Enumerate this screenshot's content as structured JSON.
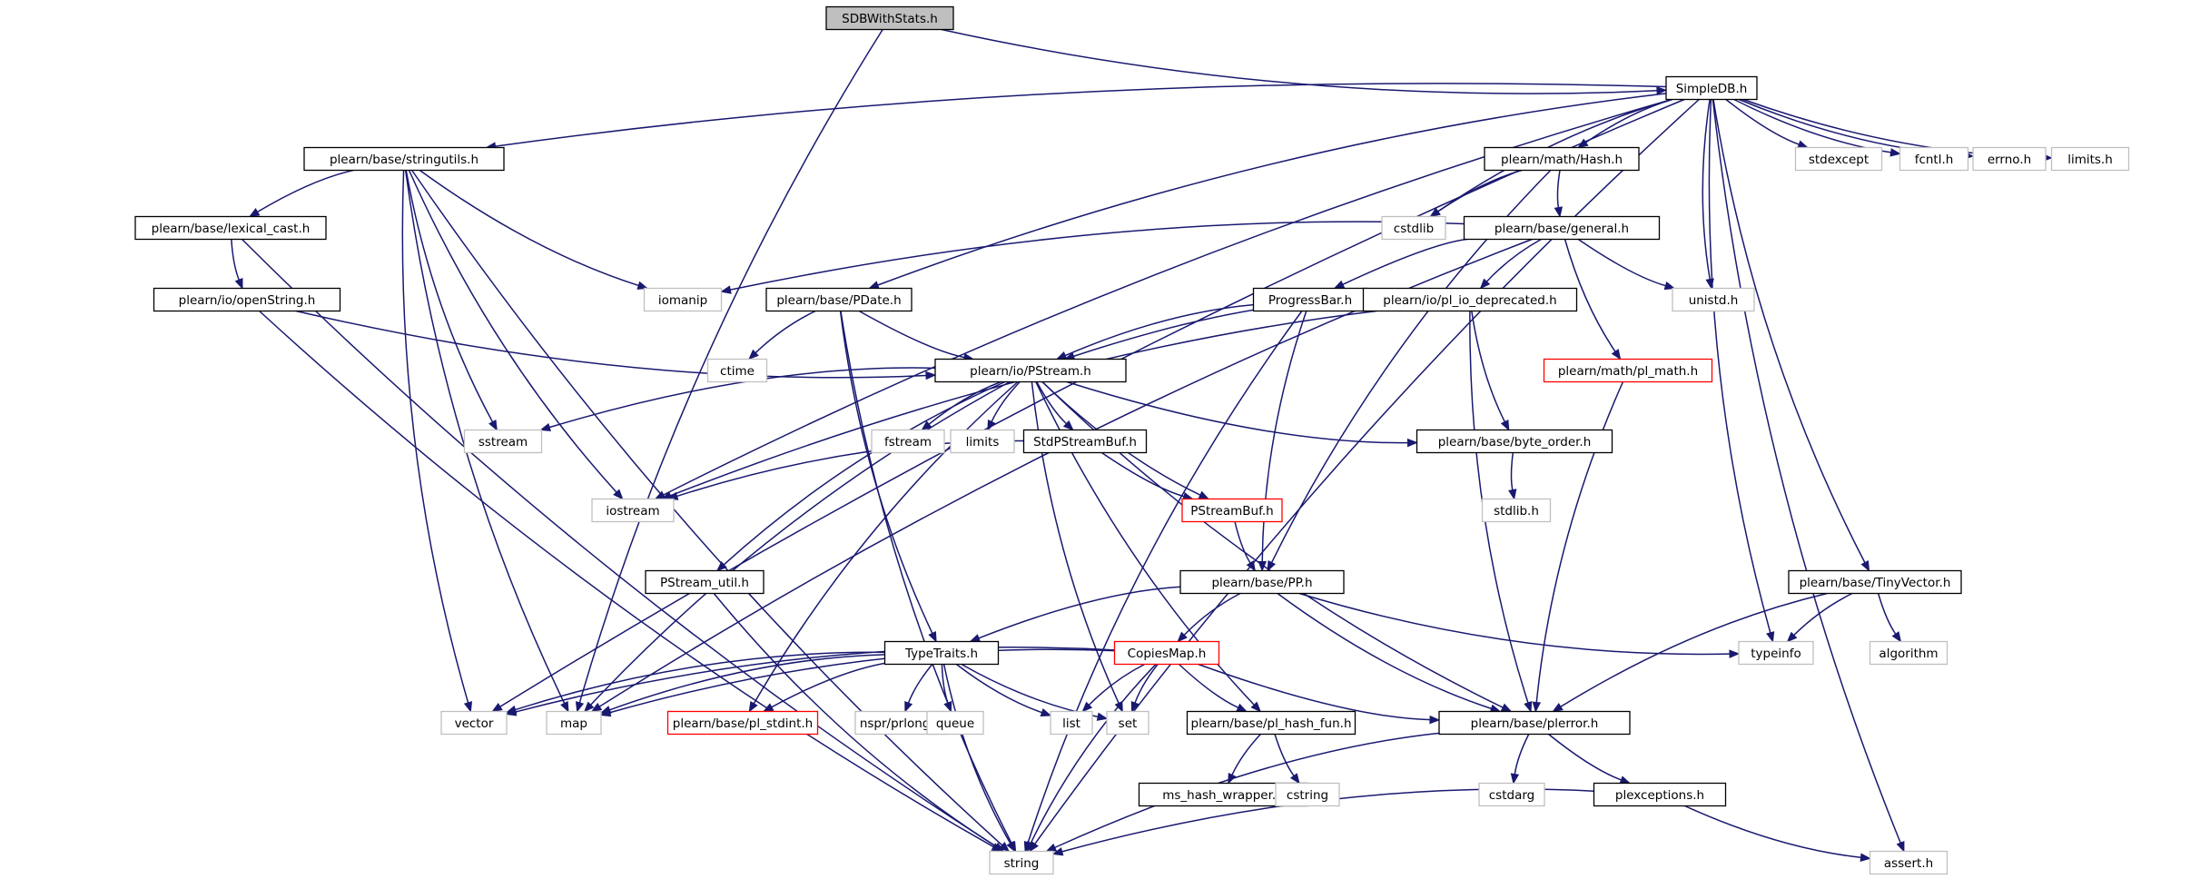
{
  "colors": {
    "edge": "#191970",
    "root_fill": "#bfbfbf",
    "normal_border": "#000000",
    "external_border": "#bfbfbf",
    "truncated_border": "#ff0000",
    "text": "#000000"
  },
  "nodes": [
    {
      "id": "sdbwithstats",
      "label": "SDBWithStats.h",
      "kind": "root"
    },
    {
      "id": "simpledb",
      "label": "SimpleDB.h",
      "kind": "normal"
    },
    {
      "id": "stringutils",
      "label": "plearn/base/stringutils.h",
      "kind": "normal"
    },
    {
      "id": "hash",
      "label": "plearn/math/Hash.h",
      "kind": "normal"
    },
    {
      "id": "stdexcept",
      "label": "stdexcept",
      "kind": "external"
    },
    {
      "id": "fcntl",
      "label": "fcntl.h",
      "kind": "external"
    },
    {
      "id": "errno",
      "label": "errno.h",
      "kind": "external"
    },
    {
      "id": "limits_h",
      "label": "limits.h",
      "kind": "external"
    },
    {
      "id": "lexical_cast",
      "label": "plearn/base/lexical_cast.h",
      "kind": "normal"
    },
    {
      "id": "cstdlib",
      "label": "cstdlib",
      "kind": "external"
    },
    {
      "id": "general",
      "label": "plearn/base/general.h",
      "kind": "normal"
    },
    {
      "id": "openstring",
      "label": "plearn/io/openString.h",
      "kind": "normal"
    },
    {
      "id": "iomanip",
      "label": "iomanip",
      "kind": "external"
    },
    {
      "id": "pdate",
      "label": "plearn/base/PDate.h",
      "kind": "normal"
    },
    {
      "id": "progressbar",
      "label": "ProgressBar.h",
      "kind": "normal"
    },
    {
      "id": "pl_io_deprecated",
      "label": "plearn/io/pl_io_deprecated.h",
      "kind": "normal"
    },
    {
      "id": "unistd",
      "label": "unistd.h",
      "kind": "external"
    },
    {
      "id": "ctime",
      "label": "ctime",
      "kind": "external"
    },
    {
      "id": "pstream",
      "label": "plearn/io/PStream.h",
      "kind": "normal"
    },
    {
      "id": "pl_math",
      "label": "plearn/math/pl_math.h",
      "kind": "truncated"
    },
    {
      "id": "sstream",
      "label": "sstream",
      "kind": "external"
    },
    {
      "id": "fstream",
      "label": "fstream",
      "kind": "external"
    },
    {
      "id": "limits",
      "label": "limits",
      "kind": "external"
    },
    {
      "id": "stdpstreambuf",
      "label": "StdPStreamBuf.h",
      "kind": "normal"
    },
    {
      "id": "byte_order",
      "label": "plearn/base/byte_order.h",
      "kind": "normal"
    },
    {
      "id": "iostream",
      "label": "iostream",
      "kind": "external"
    },
    {
      "id": "pstreambuf",
      "label": "PStreamBuf.h",
      "kind": "truncated"
    },
    {
      "id": "stdlib_h",
      "label": "stdlib.h",
      "kind": "external"
    },
    {
      "id": "pstream_util",
      "label": "PStream_util.h",
      "kind": "normal"
    },
    {
      "id": "pp",
      "label": "plearn/base/PP.h",
      "kind": "normal"
    },
    {
      "id": "tinyvector",
      "label": "plearn/base/TinyVector.h",
      "kind": "normal"
    },
    {
      "id": "typetraits",
      "label": "TypeTraits.h",
      "kind": "normal"
    },
    {
      "id": "copiesmap",
      "label": "CopiesMap.h",
      "kind": "truncated"
    },
    {
      "id": "typeinfo",
      "label": "typeinfo",
      "kind": "external"
    },
    {
      "id": "algorithm",
      "label": "algorithm",
      "kind": "external"
    },
    {
      "id": "vector",
      "label": "vector",
      "kind": "external"
    },
    {
      "id": "map",
      "label": "map",
      "kind": "external"
    },
    {
      "id": "pl_stdint",
      "label": "plearn/base/pl_stdint.h",
      "kind": "truncated"
    },
    {
      "id": "prlong",
      "label": "nspr/prlong.h",
      "kind": "external"
    },
    {
      "id": "queue",
      "label": "queue",
      "kind": "external"
    },
    {
      "id": "list",
      "label": "list",
      "kind": "external"
    },
    {
      "id": "set",
      "label": "set",
      "kind": "external"
    },
    {
      "id": "pl_hash_fun",
      "label": "plearn/base/pl_hash_fun.h",
      "kind": "normal"
    },
    {
      "id": "plerror",
      "label": "plearn/base/plerror.h",
      "kind": "normal"
    },
    {
      "id": "ms_hash_wrapper",
      "label": "ms_hash_wrapper.h",
      "kind": "normal"
    },
    {
      "id": "cstring",
      "label": "cstring",
      "kind": "external"
    },
    {
      "id": "cstdarg",
      "label": "cstdarg",
      "kind": "external"
    },
    {
      "id": "plexceptions",
      "label": "plexceptions.h",
      "kind": "normal"
    },
    {
      "id": "string",
      "label": "string",
      "kind": "external"
    },
    {
      "id": "assert",
      "label": "assert.h",
      "kind": "external"
    }
  ],
  "edges": [
    [
      "sdbwithstats",
      "simpledb"
    ],
    [
      "sdbwithstats",
      "map"
    ],
    [
      "simpledb",
      "stringutils"
    ],
    [
      "simpledb",
      "hash"
    ],
    [
      "simpledb",
      "stdexcept"
    ],
    [
      "simpledb",
      "fcntl"
    ],
    [
      "simpledb",
      "errno"
    ],
    [
      "simpledb",
      "limits_h"
    ],
    [
      "simpledb",
      "cstdlib"
    ],
    [
      "simpledb",
      "unistd"
    ],
    [
      "simpledb",
      "pdate"
    ],
    [
      "simpledb",
      "iostream"
    ],
    [
      "simpledb",
      "vector"
    ],
    [
      "simpledb",
      "tinyvector"
    ],
    [
      "simpledb",
      "typeinfo"
    ],
    [
      "simpledb",
      "string"
    ],
    [
      "simpledb",
      "assert"
    ],
    [
      "stringutils",
      "lexical_cast"
    ],
    [
      "stringutils",
      "iomanip"
    ],
    [
      "stringutils",
      "sstream"
    ],
    [
      "stringutils",
      "iostream"
    ],
    [
      "stringutils",
      "vector"
    ],
    [
      "stringutils",
      "map"
    ],
    [
      "stringutils",
      "string"
    ],
    [
      "lexical_cast",
      "openstring"
    ],
    [
      "lexical_cast",
      "string"
    ],
    [
      "openstring",
      "pstream"
    ],
    [
      "openstring",
      "string"
    ],
    [
      "hash",
      "cstdlib"
    ],
    [
      "hash",
      "general"
    ],
    [
      "hash",
      "pp"
    ],
    [
      "general",
      "iomanip"
    ],
    [
      "general",
      "map"
    ],
    [
      "general",
      "progressbar"
    ],
    [
      "general",
      "pl_io_deprecated"
    ],
    [
      "general",
      "unistd"
    ],
    [
      "general",
      "pl_math"
    ],
    [
      "pdate",
      "ctime"
    ],
    [
      "pdate",
      "pstream"
    ],
    [
      "pdate",
      "typetraits"
    ],
    [
      "pdate",
      "string"
    ],
    [
      "progressbar",
      "pstream"
    ],
    [
      "progressbar",
      "pp"
    ],
    [
      "progressbar",
      "string"
    ],
    [
      "pl_io_deprecated",
      "pstream"
    ],
    [
      "pl_io_deprecated",
      "iostream"
    ],
    [
      "pl_io_deprecated",
      "byte_order"
    ],
    [
      "pl_io_deprecated",
      "plerror"
    ],
    [
      "pl_math",
      "plerror"
    ],
    [
      "pstream",
      "sstream"
    ],
    [
      "pstream",
      "fstream"
    ],
    [
      "pstream",
      "limits"
    ],
    [
      "pstream",
      "stdpstreambuf"
    ],
    [
      "pstream",
      "byte_order"
    ],
    [
      "pstream",
      "pstreambuf"
    ],
    [
      "pstream",
      "pstream_util"
    ],
    [
      "pstream",
      "map"
    ],
    [
      "pstream",
      "pl_stdint"
    ],
    [
      "pstream",
      "set"
    ],
    [
      "pstream",
      "pl_hash_fun"
    ],
    [
      "pstream",
      "plerror"
    ],
    [
      "stdpstreambuf",
      "iostream"
    ],
    [
      "stdpstreambuf",
      "pstreambuf"
    ],
    [
      "byte_order",
      "stdlib_h"
    ],
    [
      "pstreambuf",
      "pp"
    ],
    [
      "pstream_util",
      "string"
    ],
    [
      "pp",
      "typetraits"
    ],
    [
      "pp",
      "copiesmap"
    ],
    [
      "pp",
      "typeinfo"
    ],
    [
      "pp",
      "plerror"
    ],
    [
      "tinyvector",
      "typeinfo"
    ],
    [
      "tinyvector",
      "algorithm"
    ],
    [
      "tinyvector",
      "plerror"
    ],
    [
      "typetraits",
      "vector"
    ],
    [
      "typetraits",
      "map"
    ],
    [
      "typetraits",
      "pl_stdint"
    ],
    [
      "typetraits",
      "prlong"
    ],
    [
      "typetraits",
      "queue"
    ],
    [
      "typetraits",
      "list"
    ],
    [
      "typetraits",
      "set"
    ],
    [
      "typetraits",
      "string"
    ],
    [
      "copiesmap",
      "map"
    ],
    [
      "copiesmap",
      "vector"
    ],
    [
      "copiesmap",
      "list"
    ],
    [
      "copiesmap",
      "set"
    ],
    [
      "copiesmap",
      "pl_hash_fun"
    ],
    [
      "copiesmap",
      "plerror"
    ],
    [
      "copiesmap",
      "string"
    ],
    [
      "pl_hash_fun",
      "ms_hash_wrapper"
    ],
    [
      "pl_hash_fun",
      "cstring"
    ],
    [
      "plerror",
      "cstdarg"
    ],
    [
      "plerror",
      "plexceptions"
    ],
    [
      "plerror",
      "string"
    ],
    [
      "plexceptions",
      "string"
    ],
    [
      "plexceptions",
      "assert"
    ]
  ]
}
